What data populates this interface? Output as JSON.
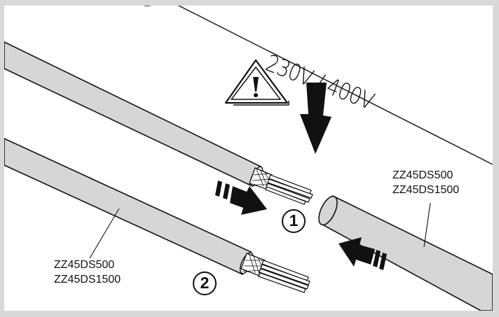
{
  "voltage_label": "230V / 400V",
  "step_markers": [
    "1",
    "2"
  ],
  "cable_labels": {
    "right": [
      "ZZ45DS500",
      "ZZ45DS1500"
    ],
    "left": [
      "ZZ45DS500",
      "ZZ45DS1500"
    ]
  },
  "icons": [
    "warning-triangle-icon",
    "arrow-down-icon",
    "arrow-right-icon",
    "arrow-left-icon"
  ],
  "colors": {
    "cable": "#d6d6d6",
    "outline": "#111111",
    "background": "#d9d9d9",
    "panel": "#ffffff"
  }
}
